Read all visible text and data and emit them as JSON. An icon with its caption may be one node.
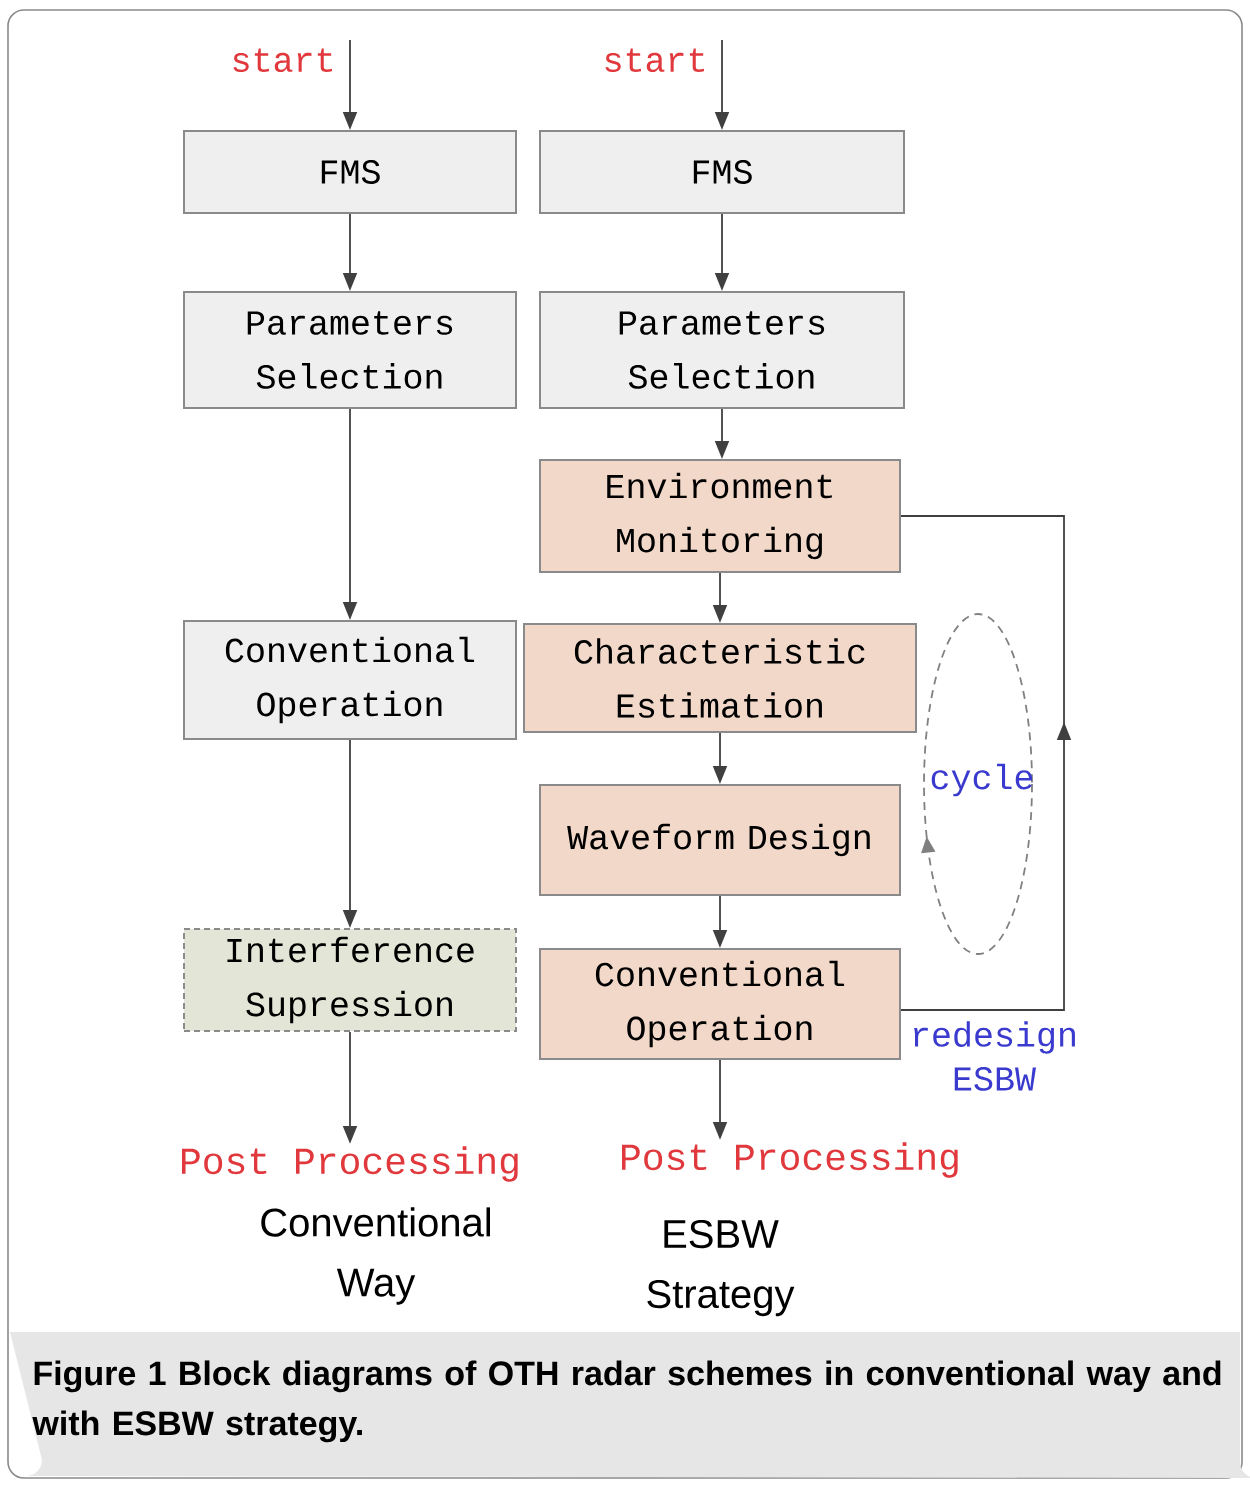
{
  "diagram": {
    "caption": "Figure 1 Block diagrams of OTH radar schemes in conventional way and with ESBW strategy.",
    "nodes": [
      {
        "text": [
          "FMS"
        ]
      },
      {
        "text": [
          "Parameters Selection"
        ]
      },
      {
        "text": [
          "Conventional Operation"
        ]
      },
      {
        "text": [
          "Interference Supression"
        ]
      },
      {
        "text": [
          "Post Processing"
        ]
      },
      {
        "text": [
          "FMS"
        ]
      },
      {
        "text": [
          "Parameters Selection"
        ]
      },
      {
        "text": [
          "Environment Monitoring"
        ]
      },
      {
        "text": [
          "Characteristic Estimation"
        ]
      },
      {
        "text": [
          "Waveform Design"
        ]
      },
      {
        "text": [
          "Conventional Operation"
        ]
      },
      {
        "text": [
          "Post Processing"
        ]
      }
    ],
    "edges": [
      {
        "from": null,
        "to": 0,
        "arrow": "to",
        "label": "start"
      },
      {
        "from": 0,
        "to": 1,
        "arrow": "to"
      },
      {
        "from": 1,
        "to": 2,
        "arrow": "to"
      },
      {
        "from": 2,
        "to": 3,
        "arrow": "to"
      },
      {
        "from": 3,
        "to": 4,
        "arrow": "to"
      },
      {
        "from": null,
        "to": 5,
        "arrow": "to",
        "label": "start"
      },
      {
        "from": 5,
        "to": 6,
        "arrow": "to"
      },
      {
        "from": 6,
        "to": 7,
        "arrow": "to"
      },
      {
        "from": 7,
        "to": 8,
        "arrow": "to"
      },
      {
        "from": 8,
        "to": 9,
        "arrow": "to"
      },
      {
        "from": 9,
        "to": 10,
        "arrow": "to"
      },
      {
        "from": 10,
        "to": 11,
        "arrow": "to"
      },
      {
        "from": 10,
        "to": 7,
        "arrow": "to",
        "label": "redesign ESBW"
      }
    ],
    "labels": [
      "cycle",
      "Conventional Way",
      "ESBW Strategy"
    ]
  }
}
